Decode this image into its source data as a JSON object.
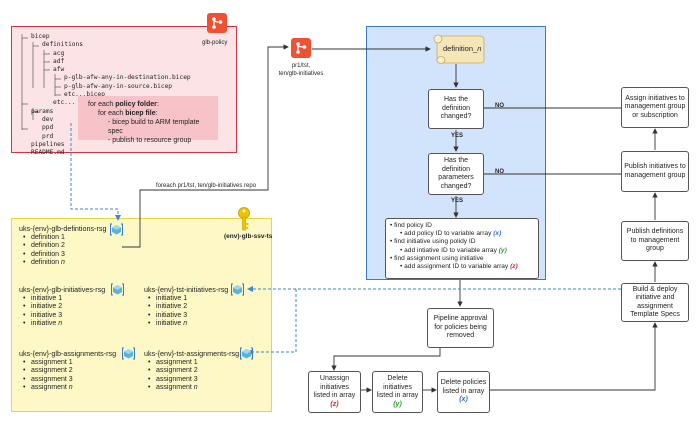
{
  "repo": {
    "label": "glb-policy",
    "tree": [
      {
        "text": "bicep",
        "indent": 1
      },
      {
        "text": "definitions",
        "indent": 2
      },
      {
        "text": "acg",
        "indent": 3
      },
      {
        "text": "adf",
        "indent": 3
      },
      {
        "text": "afw",
        "indent": 3
      },
      {
        "text": "p-glb-afw-any-in-destination.bicep",
        "indent": 4
      },
      {
        "text": "p-glb-afw-any-in-source.bicep",
        "indent": 4
      },
      {
        "text": "etc...bicep",
        "indent": 4
      },
      {
        "text": "etc...",
        "indent": 3
      },
      {
        "text": "params",
        "indent": 1
      },
      {
        "text": "dev",
        "indent": 2
      },
      {
        "text": "ppd",
        "indent": 2
      },
      {
        "text": "prd",
        "indent": 2
      },
      {
        "text": "pipelines",
        "indent": 1
      },
      {
        "text": "README.md",
        "indent": 1
      }
    ],
    "note": {
      "line1_pre": "for each ",
      "line1_bold": "policy folder",
      "line1_post": ":",
      "line2_pre": "for each ",
      "line2_bold": "bicep file",
      "line2_post": ":",
      "line3": "- bicep build to ARM template spec",
      "line4": "- publish to resource group"
    }
  },
  "pipeline_repo": {
    "line1": "pr1/tst,",
    "line2": "ten/glb-initiatives"
  },
  "foreach_label": "foreach pr1/tst, ten/glb-initiatives repo",
  "keyvault_label": "(env)-glb-ssv-ts",
  "rsgs": {
    "definitions": {
      "title": "uks-{env}-glb-defintions-rsg",
      "items": [
        "definition 1",
        "definition 2",
        "definition 3"
      ],
      "last_pre": "definition ",
      "last_n": "n"
    },
    "glb_initiatives": {
      "title": "uks-{env}-glb-initiatives-rsg",
      "items": [
        "initiative 1",
        "initiative 2",
        "initiative 3"
      ],
      "last_pre": "initiative ",
      "last_n": "n"
    },
    "tst_initiatives": {
      "title": "uks-{env}-tst-initiatives-rsg",
      "items": [
        "initiative 1",
        "initiative 2",
        "initiative 3"
      ],
      "last_pre": "initiative ",
      "last_n": "n"
    },
    "glb_assignments": {
      "title": "uks-{env}-glb-assignments-rsg",
      "items": [
        "assignment 1",
        "assignment 2",
        "assignment 3"
      ],
      "last_pre": "assignment ",
      "last_n": "n"
    },
    "tst_assignments": {
      "title": "uks-{env}-tst-assignments-rsg",
      "items": [
        "assignment 1",
        "assignment 2",
        "assignment 3"
      ],
      "last_pre": "assignment ",
      "last_n": "n"
    }
  },
  "flow": {
    "definition_label": "definition_",
    "definition_n": "n",
    "q1": "Has the definition changed?",
    "q2": "Has the definition parameters changed?",
    "yes": "YES",
    "no": "NO",
    "steps": {
      "s1": "find policy ID",
      "s1a_pre": "add policy ID to variable array ",
      "s1a_var": "(x)",
      "s2": "find initiative using polidy ID",
      "s2a_pre": "add intiative ID to variable array ",
      "s2a_var": "(y)",
      "s3": "find assignment using initiative",
      "s3a_pre": "add assignment ID to variable array ",
      "s3a_var": "(z)"
    },
    "approval": "Pipeline approval for policies being removed",
    "unassign_pre": "Unassign initiatives listed in array ",
    "unassign_var": "(z)",
    "delete_init_pre": "Delete initiatives listed in array ",
    "delete_init_var": "(y)",
    "delete_pol_pre": "Delete policies listed in array ",
    "delete_pol_var": "(x)",
    "build_deploy": "Build & deploy initiative and assignment Template Specs",
    "publish_defs": "Publish definitions to management group",
    "publish_inits": "Publish initiatives to management group",
    "assign": "Assign initiatives to management group or subscription"
  },
  "colors": {
    "red_panel": "#fbe3e6",
    "red_border": "#d0343f",
    "yellow_panel": "#fdf8c6",
    "yellow_border": "#e6d640",
    "blue_panel": "#d2e4fb",
    "blue_border": "#3a78c8",
    "git_orange": "#f05033",
    "var_x": "#2b6fd6",
    "var_y": "#2a9a2a",
    "var_z": "#d62525",
    "dashed_blue": "#3a8ad6"
  }
}
